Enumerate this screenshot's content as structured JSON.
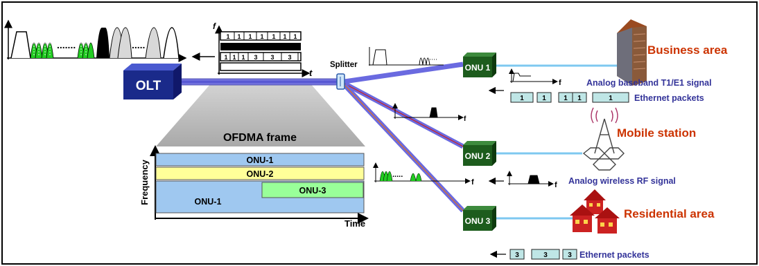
{
  "olt": {
    "label": "OLT"
  },
  "splitter": {
    "label": "Splitter"
  },
  "axes": {
    "top_f": "f",
    "top_t": "t",
    "f": "f"
  },
  "frame": {
    "title": "OFDMA frame",
    "ylabel": "Frequency",
    "xlabel": "Time",
    "rows": {
      "onu1_top": "ONU-1",
      "onu2": "ONU-2",
      "onu3": "ONU-3",
      "onu1_bottom": "ONU-1"
    }
  },
  "timeslots": {
    "row1": [
      "1",
      "1",
      "1",
      "1",
      "1",
      "1",
      "1"
    ],
    "row3": [
      "1",
      "1",
      "1",
      "3",
      "3",
      "3"
    ]
  },
  "onus": [
    {
      "label": "ONU 1"
    },
    {
      "label": "ONU 2"
    },
    {
      "label": "ONU 3"
    }
  ],
  "sites": {
    "business": "Business area",
    "mobile": "Mobile station",
    "residential": "Residential area"
  },
  "signals": {
    "t1e1": "Analog baseband T1/E1 signal",
    "ethernet1": "Ethernet packets",
    "rf": "Analog wireless RF signal",
    "ethernet3": "Ethernet packets"
  },
  "packets1": [
    "1",
    "1",
    "1",
    "1",
    "1"
  ],
  "packets3": [
    "3",
    "3",
    "3"
  ],
  "colors": {
    "accent_red": "#cc3300",
    "accent_blue": "#333399",
    "onu_green": "#1d5c1d",
    "olt_blue": "#1a2a8a"
  }
}
